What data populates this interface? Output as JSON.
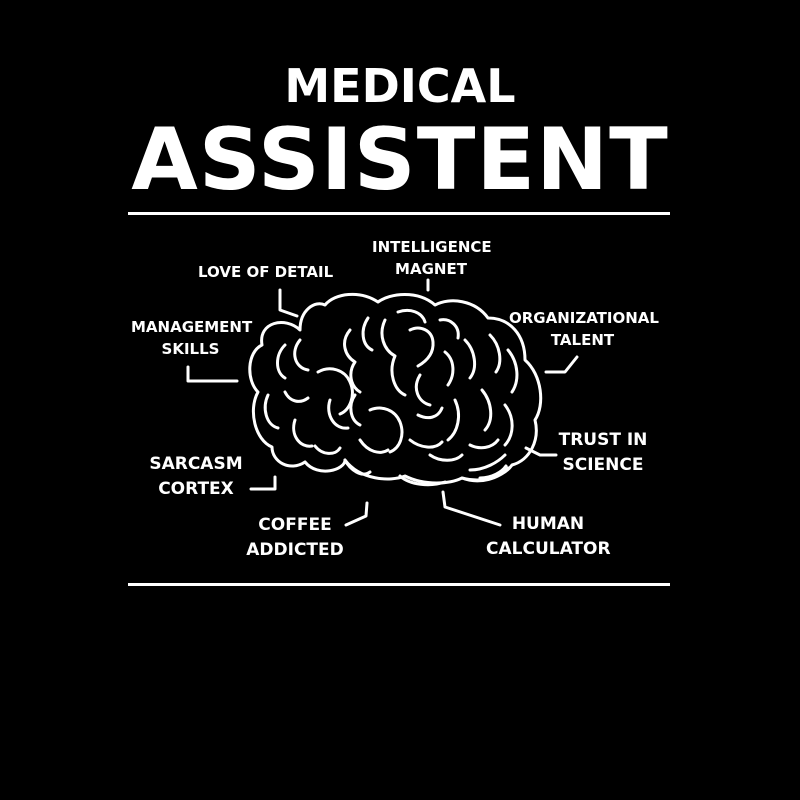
{
  "title": {
    "line1": "MEDICAL",
    "line2": "ASSISTENT"
  },
  "colors": {
    "background": "#000000",
    "foreground": "#ffffff"
  },
  "illustration": {
    "icon": "brain-icon"
  },
  "labels": {
    "love_of_detail": {
      "lines": [
        "LOVE OF DETAIL"
      ]
    },
    "intelligence_magnet": {
      "lines": [
        "INTELLIGENCE",
        "MAGNET"
      ]
    },
    "management_skills": {
      "lines": [
        "MANAGEMENT",
        "SKILLS"
      ]
    },
    "organizational_talent": {
      "lines": [
        "ORGANIZATIONAL",
        "TALENT"
      ]
    },
    "trust_in_science": {
      "lines": [
        "TRUST IN",
        "SCIENCE"
      ]
    },
    "sarcasm_cortex": {
      "lines": [
        "SARCASM",
        "CORTEX"
      ]
    },
    "coffee_addicted": {
      "lines": [
        "COFFEE",
        "ADDICTED"
      ]
    },
    "human_calculator": {
      "lines": [
        "HUMAN",
        "CALCULATOR"
      ]
    }
  }
}
